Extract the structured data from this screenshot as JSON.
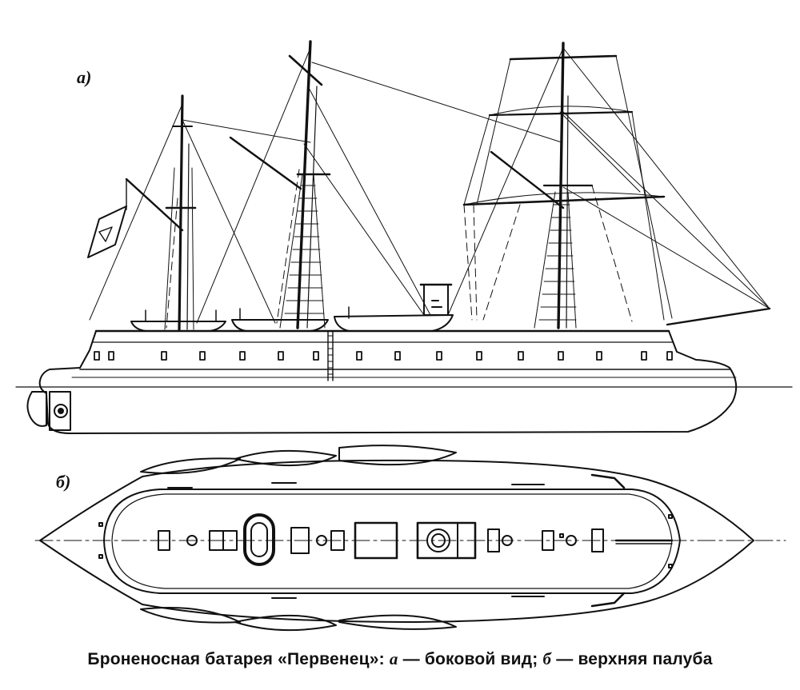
{
  "labels": {
    "side_view": "а)",
    "top_view": "б)"
  },
  "caption": {
    "prefix": "Броненосная батарея «Первенец»: ",
    "a_letter": "а",
    "a_text": " — боковой вид; ",
    "b_letter": "б",
    "b_text": " — верхняя палуба"
  }
}
